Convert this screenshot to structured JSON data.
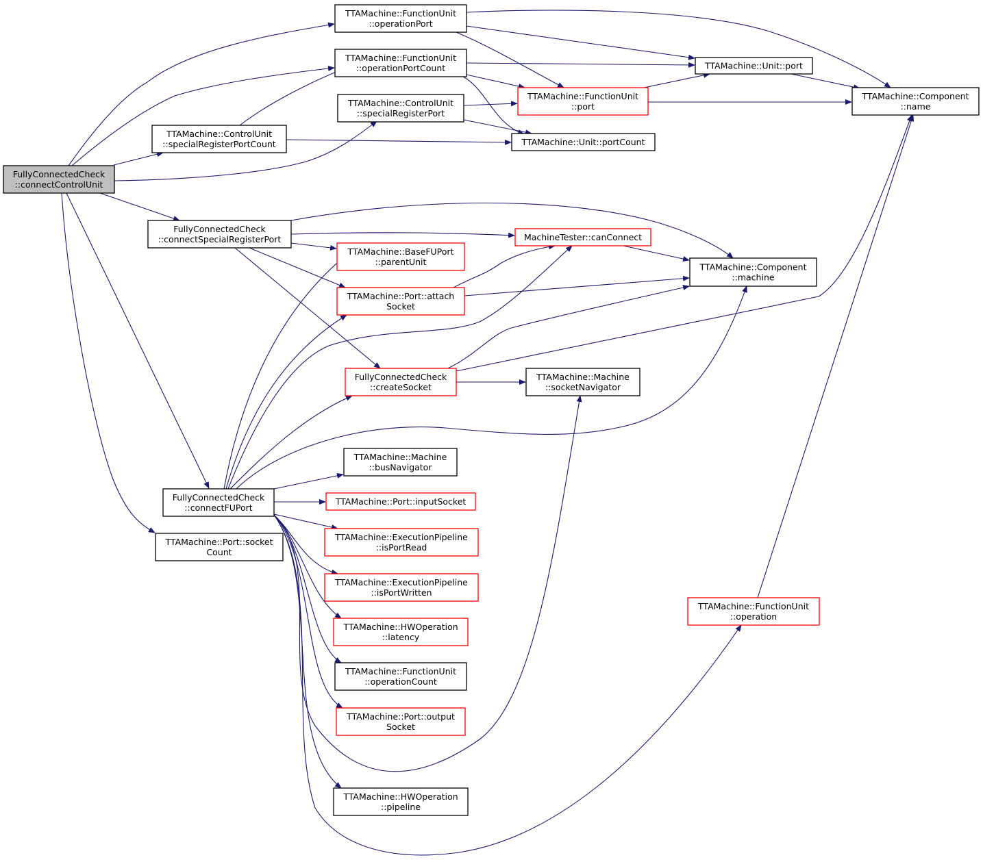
{
  "colors": {
    "edge": "#191970",
    "node_border": "#000000",
    "node_border_incomplete": "#ff0000",
    "node_fill": "#ffffff",
    "root_fill": "#bfbfbf"
  },
  "nodes": [
    {
      "id": "fcc_connectControlUnit",
      "lines": [
        "FullyConnectedCheck",
        "::connectControlUnit"
      ],
      "status": "root"
    },
    {
      "id": "fu_operationPort",
      "lines": [
        "TTAMachine::FunctionUnit",
        "::operationPort"
      ],
      "status": "normal"
    },
    {
      "id": "fu_operationPortCount",
      "lines": [
        "TTAMachine::FunctionUnit",
        "::operationPortCount"
      ],
      "status": "normal"
    },
    {
      "id": "cu_specialRegisterPort",
      "lines": [
        "TTAMachine::ControlUnit",
        "::specialRegisterPort"
      ],
      "status": "normal"
    },
    {
      "id": "cu_specialRegisterPortCount",
      "lines": [
        "TTAMachine::ControlUnit",
        "::specialRegisterPortCount"
      ],
      "status": "normal"
    },
    {
      "id": "unit_port",
      "lines": [
        "TTAMachine::Unit::port"
      ],
      "status": "normal"
    },
    {
      "id": "fu_port",
      "lines": [
        "TTAMachine::FunctionUnit",
        "::port"
      ],
      "status": "incomplete"
    },
    {
      "id": "component_name",
      "lines": [
        "TTAMachine::Component",
        "::name"
      ],
      "status": "normal"
    },
    {
      "id": "unit_portCount",
      "lines": [
        "TTAMachine::Unit::portCount"
      ],
      "status": "normal"
    },
    {
      "id": "fcc_connectSpecialRegisterPort",
      "lines": [
        "FullyConnectedCheck",
        "::connectSpecialRegisterPort"
      ],
      "status": "normal"
    },
    {
      "id": "mt_canConnect",
      "lines": [
        "MachineTester::canConnect"
      ],
      "status": "incomplete"
    },
    {
      "id": "basefuport_parentUnit",
      "lines": [
        "TTAMachine::BaseFUPort",
        "::parentUnit"
      ],
      "status": "incomplete"
    },
    {
      "id": "component_machine",
      "lines": [
        "TTAMachine::Component",
        "::machine"
      ],
      "status": "normal"
    },
    {
      "id": "port_attachSocket",
      "lines": [
        "TTAMachine::Port::attach",
        "Socket"
      ],
      "status": "incomplete"
    },
    {
      "id": "fcc_createSocket",
      "lines": [
        "FullyConnectedCheck",
        "::createSocket"
      ],
      "status": "incomplete"
    },
    {
      "id": "machine_socketNavigator",
      "lines": [
        "TTAMachine::Machine",
        "::socketNavigator"
      ],
      "status": "normal"
    },
    {
      "id": "machine_busNavigator",
      "lines": [
        "TTAMachine::Machine",
        "::busNavigator"
      ],
      "status": "normal"
    },
    {
      "id": "fcc_connectFUPort",
      "lines": [
        "FullyConnectedCheck",
        "::connectFUPort"
      ],
      "status": "normal"
    },
    {
      "id": "port_inputSocket",
      "lines": [
        "TTAMachine::Port::inputSocket"
      ],
      "status": "incomplete"
    },
    {
      "id": "port_socketCount",
      "lines": [
        "TTAMachine::Port::socket",
        "Count"
      ],
      "status": "normal"
    },
    {
      "id": "ep_isPortRead",
      "lines": [
        "TTAMachine::ExecutionPipeline",
        "::isPortRead"
      ],
      "status": "incomplete"
    },
    {
      "id": "ep_isPortWritten",
      "lines": [
        "TTAMachine::ExecutionPipeline",
        "::isPortWritten"
      ],
      "status": "incomplete"
    },
    {
      "id": "hwop_latency",
      "lines": [
        "TTAMachine::HWOperation",
        "::latency"
      ],
      "status": "incomplete"
    },
    {
      "id": "fu_operation",
      "lines": [
        "TTAMachine::FunctionUnit",
        "::operation"
      ],
      "status": "incomplete"
    },
    {
      "id": "fu_operationCount",
      "lines": [
        "TTAMachine::FunctionUnit",
        "::operationCount"
      ],
      "status": "normal"
    },
    {
      "id": "port_outputSocket",
      "lines": [
        "TTAMachine::Port::output",
        "Socket"
      ],
      "status": "incomplete"
    },
    {
      "id": "hwop_pipeline",
      "lines": [
        "TTAMachine::HWOperation",
        "::pipeline"
      ],
      "status": "normal"
    }
  ],
  "edges": [
    {
      "from": "fcc_connectControlUnit",
      "to": "fu_operationPort"
    },
    {
      "from": "fcc_connectControlUnit",
      "to": "fu_operationPortCount"
    },
    {
      "from": "fcc_connectControlUnit",
      "to": "cu_specialRegisterPortCount"
    },
    {
      "from": "fcc_connectControlUnit",
      "to": "cu_specialRegisterPort"
    },
    {
      "from": "fcc_connectControlUnit",
      "to": "fcc_connectSpecialRegisterPort"
    },
    {
      "from": "fcc_connectControlUnit",
      "to": "fcc_connectFUPort"
    },
    {
      "from": "fcc_connectControlUnit",
      "to": "port_socketCount"
    },
    {
      "from": "fu_operationPort",
      "to": "unit_port"
    },
    {
      "from": "fu_operationPort",
      "to": "fu_port"
    },
    {
      "from": "fu_operationPort",
      "to": "component_name"
    },
    {
      "from": "fu_operationPortCount",
      "to": "unit_port"
    },
    {
      "from": "fu_operationPortCount",
      "to": "fu_port"
    },
    {
      "from": "fu_operationPortCount",
      "to": "unit_portCount"
    },
    {
      "from": "cu_specialRegisterPortCount",
      "to": "fu_operationPortCount"
    },
    {
      "from": "cu_specialRegisterPortCount",
      "to": "unit_portCount"
    },
    {
      "from": "cu_specialRegisterPort",
      "to": "fu_port"
    },
    {
      "from": "cu_specialRegisterPort",
      "to": "unit_portCount"
    },
    {
      "from": "fu_port",
      "to": "unit_port"
    },
    {
      "from": "fu_port",
      "to": "component_name"
    },
    {
      "from": "unit_port",
      "to": "component_name"
    },
    {
      "from": "fcc_connectSpecialRegisterPort",
      "to": "component_machine"
    },
    {
      "from": "fcc_connectSpecialRegisterPort",
      "to": "mt_canConnect"
    },
    {
      "from": "fcc_connectSpecialRegisterPort",
      "to": "basefuport_parentUnit"
    },
    {
      "from": "fcc_connectSpecialRegisterPort",
      "to": "port_attachSocket"
    },
    {
      "from": "fcc_connectSpecialRegisterPort",
      "to": "fcc_createSocket"
    },
    {
      "from": "mt_canConnect",
      "to": "component_machine"
    },
    {
      "from": "port_attachSocket",
      "to": "mt_canConnect"
    },
    {
      "from": "port_attachSocket",
      "to": "component_machine"
    },
    {
      "from": "fcc_createSocket",
      "to": "component_machine"
    },
    {
      "from": "fcc_createSocket",
      "to": "component_name"
    },
    {
      "from": "fcc_createSocket",
      "to": "machine_socketNavigator"
    },
    {
      "from": "fcc_connectFUPort",
      "to": "basefuport_parentUnit"
    },
    {
      "from": "fcc_connectFUPort",
      "to": "port_attachSocket"
    },
    {
      "from": "fcc_connectFUPort",
      "to": "mt_canConnect"
    },
    {
      "from": "fcc_connectFUPort",
      "to": "fcc_createSocket"
    },
    {
      "from": "fcc_connectFUPort",
      "to": "component_machine"
    },
    {
      "from": "fcc_connectFUPort",
      "to": "machine_busNavigator"
    },
    {
      "from": "fcc_connectFUPort",
      "to": "port_inputSocket"
    },
    {
      "from": "fcc_connectFUPort",
      "to": "ep_isPortRead"
    },
    {
      "from": "fcc_connectFUPort",
      "to": "ep_isPortWritten"
    },
    {
      "from": "fcc_connectFUPort",
      "to": "hwop_latency"
    },
    {
      "from": "fcc_connectFUPort",
      "to": "fu_operationCount"
    },
    {
      "from": "fcc_connectFUPort",
      "to": "port_outputSocket"
    },
    {
      "from": "fcc_connectFUPort",
      "to": "machine_socketNavigator"
    },
    {
      "from": "fcc_connectFUPort",
      "to": "hwop_pipeline"
    },
    {
      "from": "fcc_connectFUPort",
      "to": "fu_operation"
    },
    {
      "from": "fu_operation",
      "to": "component_name"
    }
  ]
}
